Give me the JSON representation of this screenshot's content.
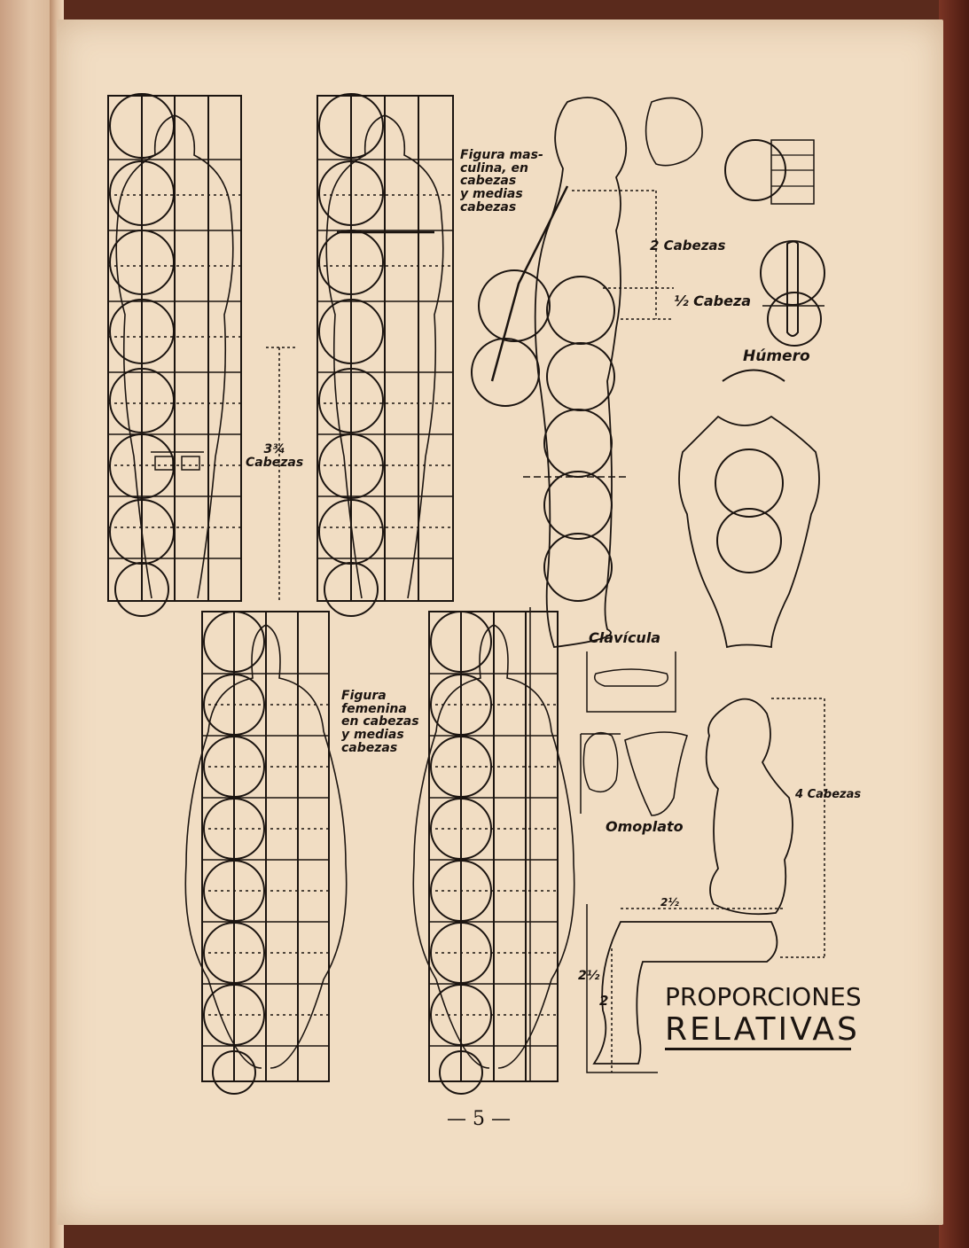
{
  "labels": {
    "male_figure": "Figura mas-\nculina, en\ncabezas\ny medias\ncabezas",
    "two_heads": "2 Cabezas",
    "half_head": "½ Cabeza",
    "humerus": "Húmero",
    "three_quarters": "3¾\nCabezas",
    "clavicle": "Clavícula",
    "female_figure": "Figura\nfemenina\nen cabezas\ny medias\ncabezas",
    "scapula": "Omoplato",
    "four_heads": "4 Cabezas",
    "two_half_top": "2½",
    "two_half_side": "2½",
    "two": "2"
  },
  "title": {
    "line1": "PROPORCIONES",
    "line2": "RELATIVAS"
  },
  "page_number": "— 5 —"
}
